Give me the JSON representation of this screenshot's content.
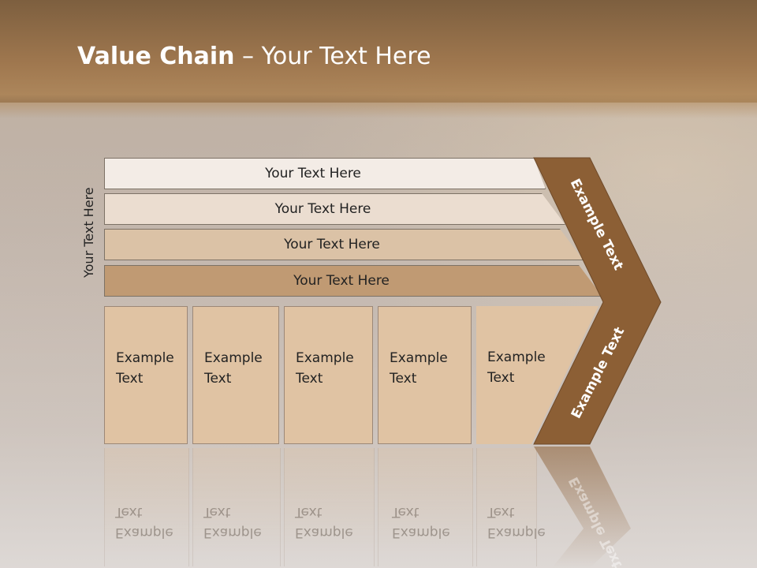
{
  "slide": {
    "title_bold": "Value Chain",
    "title_rest": " – Your Text Here",
    "vertical_label": "Your Text Here"
  },
  "rows": [
    {
      "label": "Your Text Here",
      "color": "#f3ece6"
    },
    {
      "label": "Your Text Here",
      "color": "#ebddd0"
    },
    {
      "label": "Your Text Here",
      "color": "#dbc2a6"
    },
    {
      "label": "Your Text Here",
      "color": "#c09a73"
    }
  ],
  "boxes": [
    {
      "line1": "Example",
      "line2": "Text"
    },
    {
      "line1": "Example",
      "line2": "Text"
    },
    {
      "line1": "Example",
      "line2": "Text"
    },
    {
      "line1": "Example",
      "line2": "Text"
    },
    {
      "line1": "Example",
      "line2": "Text"
    }
  ],
  "chevron": {
    "upper_label": "Example Text",
    "lower_label": "Example Text",
    "color": "#8c5f35"
  }
}
